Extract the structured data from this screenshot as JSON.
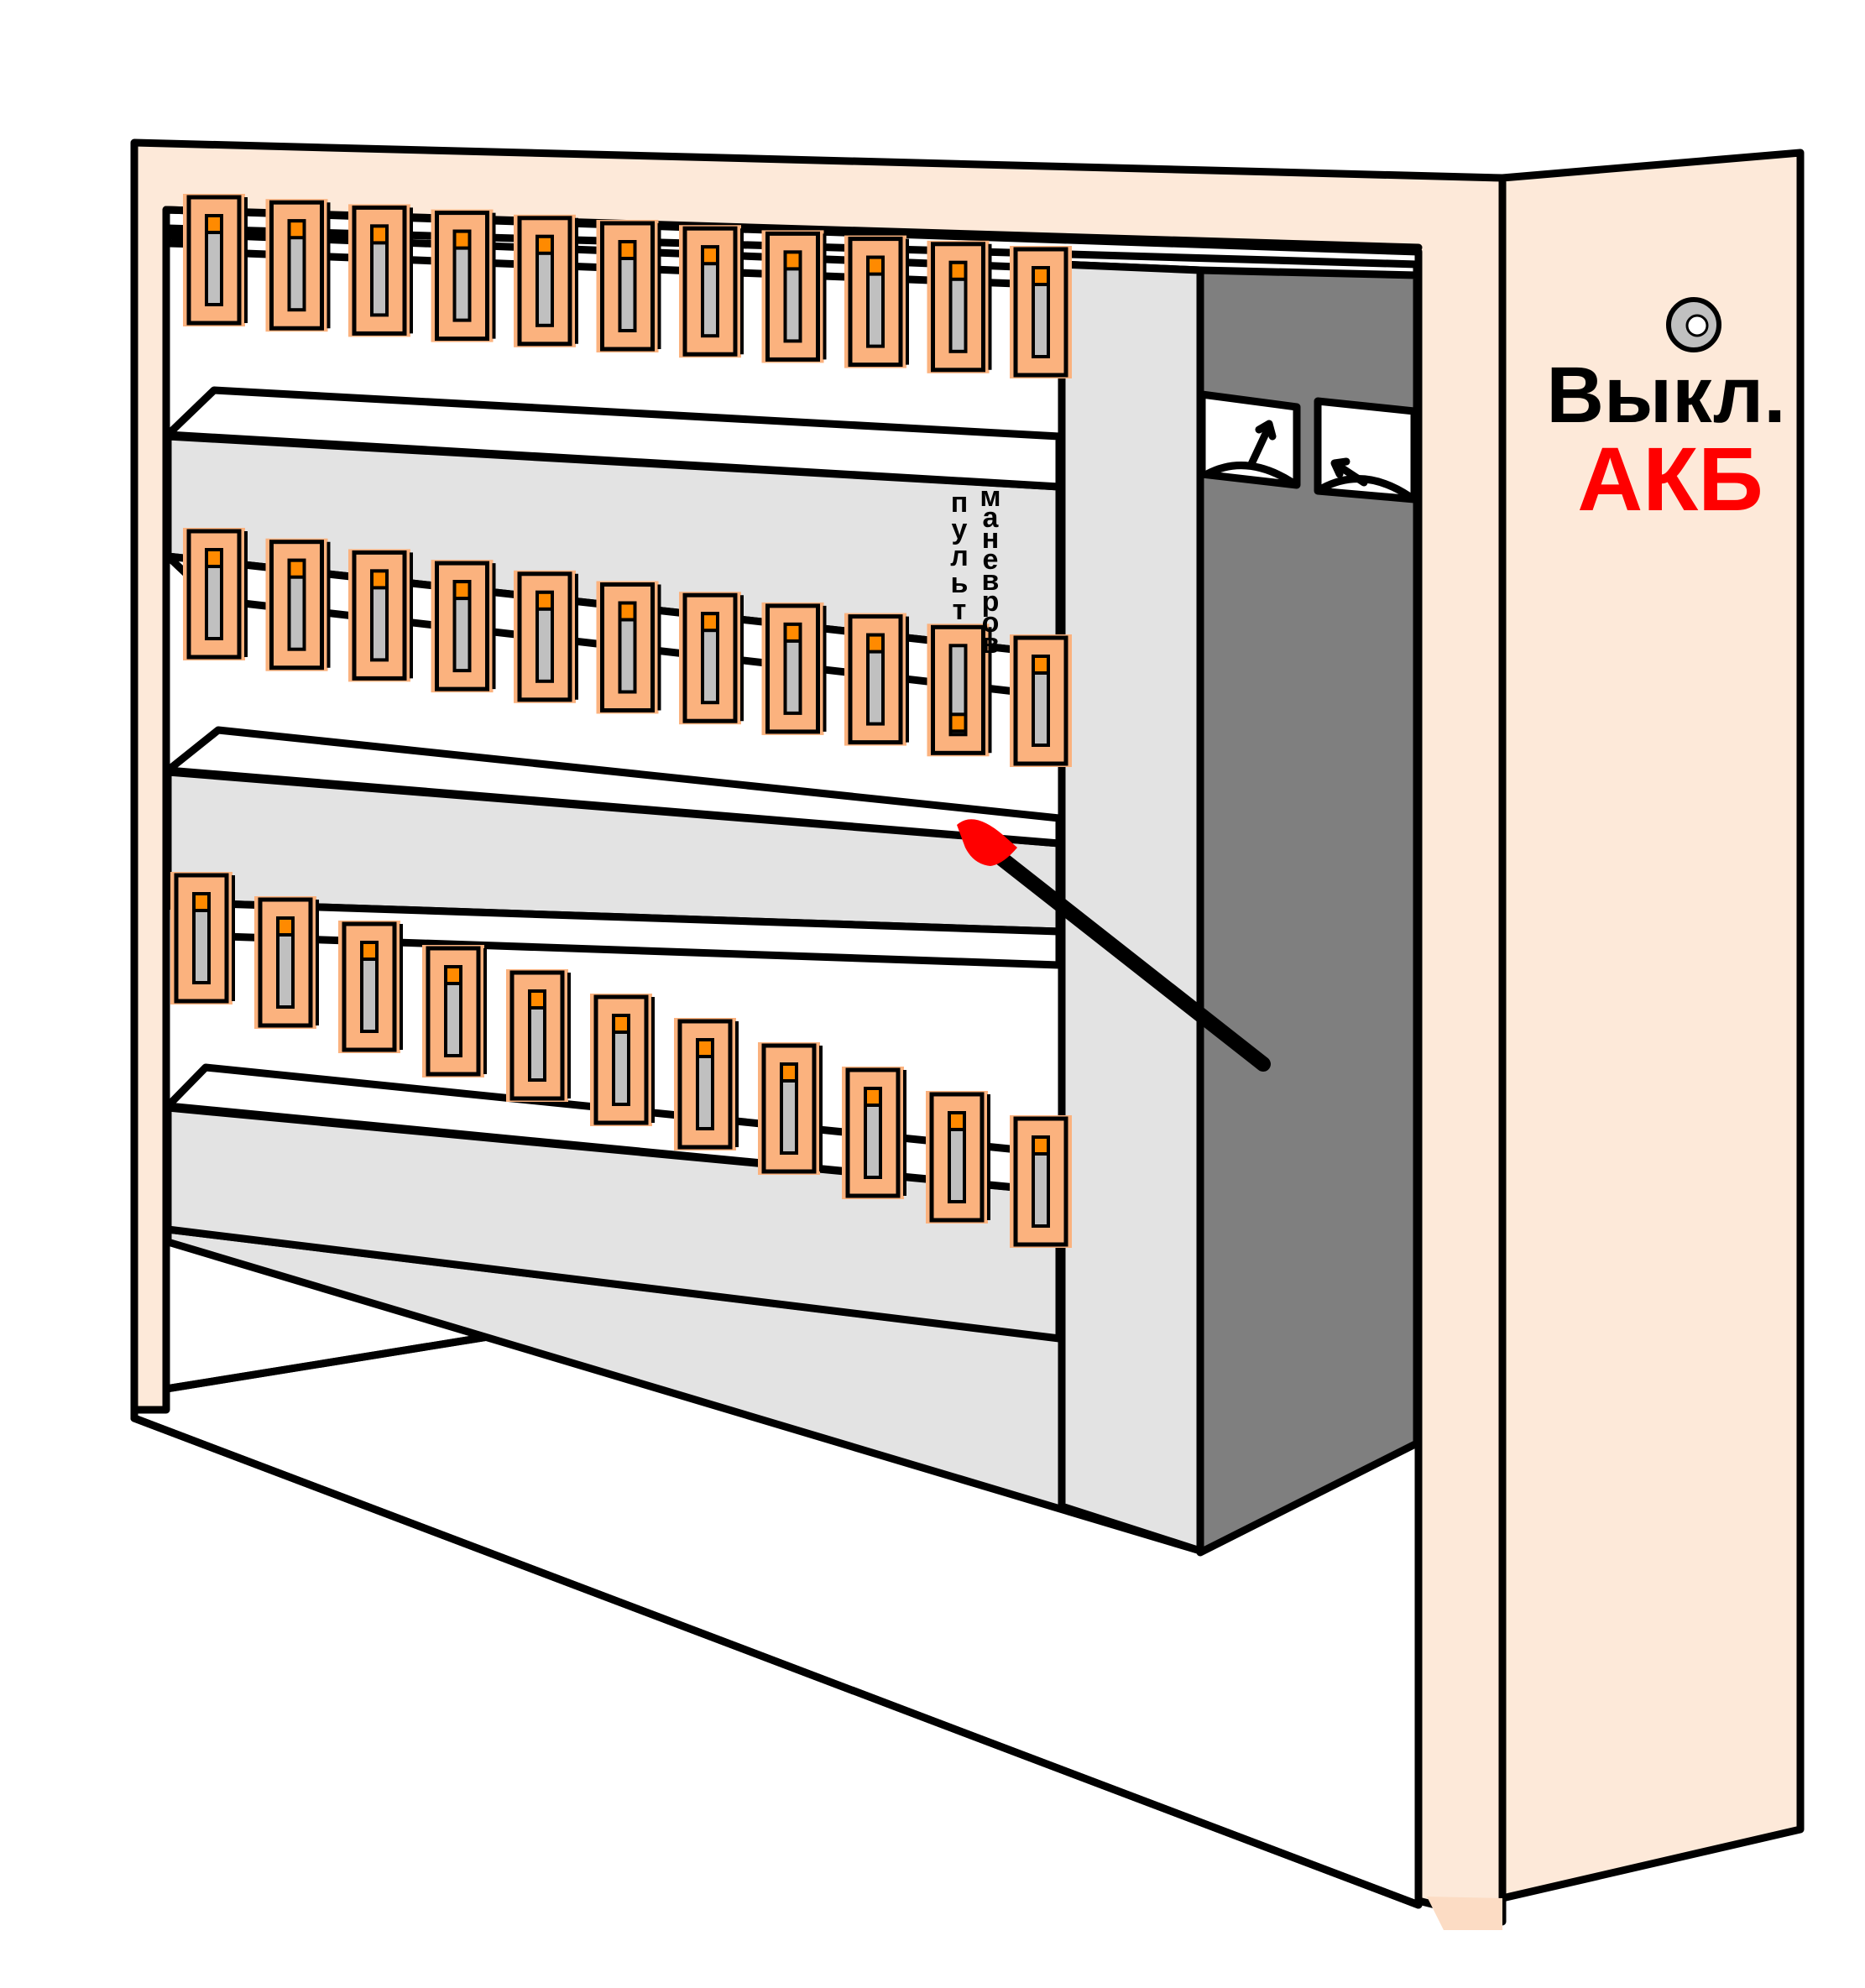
{
  "labels": {
    "battery_off": "Выкл.",
    "battery": "АКБ",
    "console_line1": "пульт",
    "console_line2": "маневров"
  },
  "switch_rows": [
    {
      "count": 11,
      "states": [
        "up",
        "up",
        "up",
        "up",
        "up",
        "up",
        "up",
        "up",
        "up",
        "up",
        "up"
      ]
    },
    {
      "count": 11,
      "states": [
        "up",
        "up",
        "up",
        "up",
        "up",
        "up",
        "up",
        "up",
        "up",
        "down",
        "up"
      ]
    },
    {
      "count": 11,
      "states": [
        "up",
        "up",
        "up",
        "up",
        "up",
        "up",
        "up",
        "up",
        "up",
        "up",
        "up"
      ]
    }
  ],
  "pointer": {
    "target_row": 2,
    "target_switch": 10
  },
  "colors": {
    "cabinet": "#fde9d9",
    "cabinet_shade": "#fcdcc4",
    "panel": "#e3e3e3",
    "ledge": "#ffffff",
    "switch_bg": "#fbb27e",
    "switch_body": "#c0c0c0",
    "switch_indicator": "#ff8a00",
    "interior_dark": "#7f7f7f",
    "label_black": "#000000",
    "label_red": "#ff0000",
    "pointer_tip": "#ff0000"
  },
  "icons": [
    "toggle-switch-icon",
    "gauge-icon",
    "knob-icon",
    "pointer-stick-icon"
  ]
}
